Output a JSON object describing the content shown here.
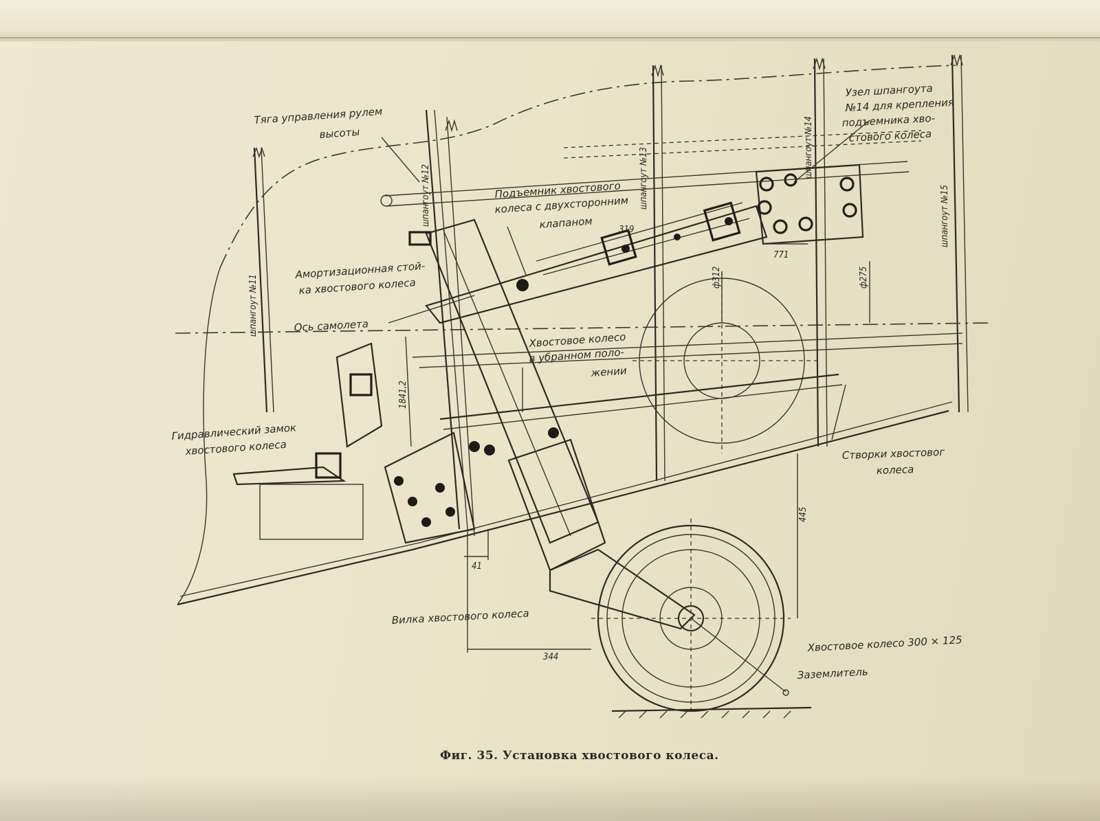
{
  "labels": {
    "elevator_rod": [
      "Тяга управления рулем",
      "высоты"
    ],
    "frame_node": [
      "Узел шпангоута",
      "№14 для крепления",
      "подъемника хво-",
      "стового колеса"
    ],
    "retractor": [
      "Подъемник хвостового",
      "колеса с двухсторонним",
      "клапаном"
    ],
    "shock_strut": [
      "Амортизационная стой-",
      "ка хвостового колеса"
    ],
    "aircraft_axis": "Ось самолета",
    "retracted_wheel": [
      "Хвостовое колесо",
      "в убранном поло-",
      "жении"
    ],
    "hydraulic_lock": [
      "Гидравлический замок",
      "хвостового колеса"
    ],
    "doors": [
      "Створки хвостовог",
      "колеса"
    ],
    "fork": "Вилка хвостового колеса",
    "tail_wheel": "Хвостовое колесо 300 × 125",
    "ground_strap": "Заземлитель"
  },
  "frames": {
    "f1": "шпангоут №11",
    "f2": "шпангоут №12",
    "f3": "шпангоут №13",
    "f4": "шпангоут №14",
    "f5": "шпангоут №15"
  },
  "dimensions": {
    "d319": "319",
    "d1841": "1841,2",
    "d445": "445",
    "d41": "41",
    "d344": "344",
    "d771": "771",
    "d_r1": "ф312",
    "d_r2": "ф275"
  },
  "caption": "Фиг. 35. Установка хвостового колеса."
}
